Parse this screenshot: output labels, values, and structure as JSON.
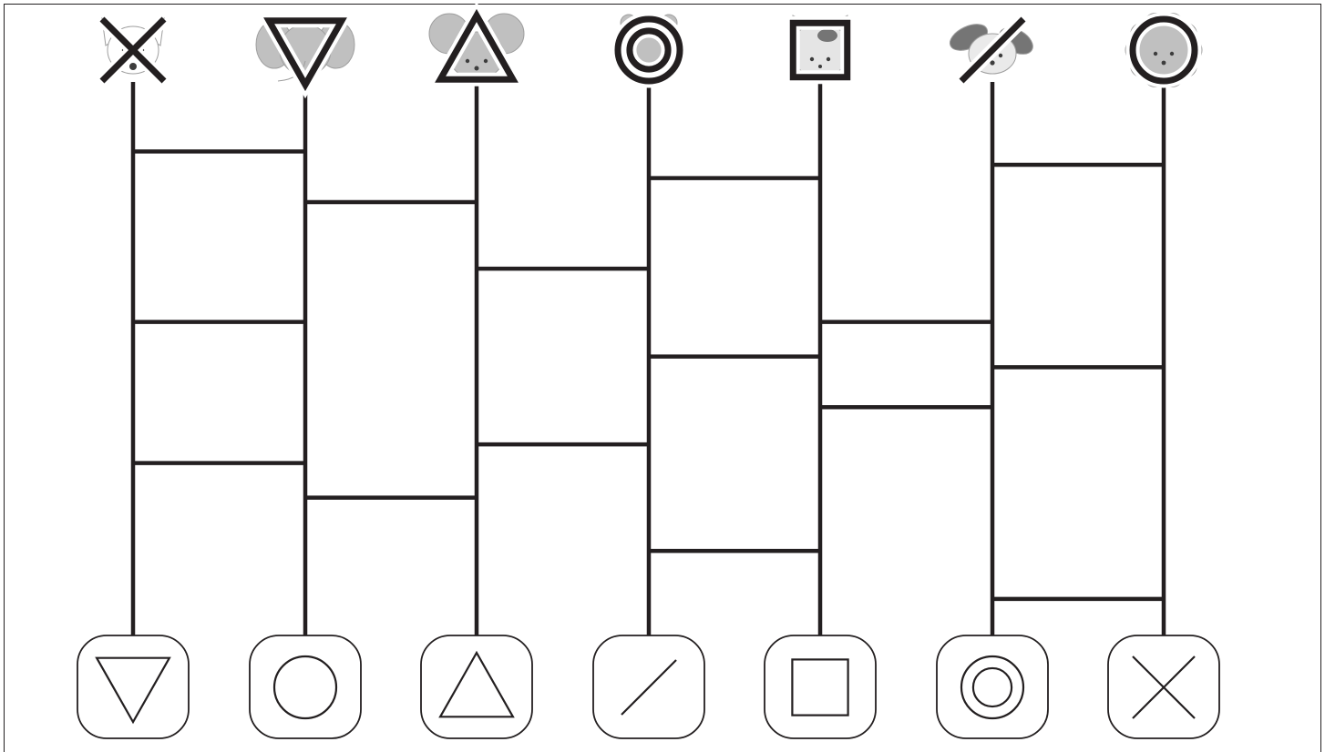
{
  "colors": {
    "ink": "#231f20",
    "paper": "#ffffff",
    "animal_gray": "#bdbdbd",
    "animal_dark": "#6e6e6e"
  },
  "columns": [
    {
      "animal": "fox",
      "top_symbol": "cross",
      "bottom_symbol": "triangle-down"
    },
    {
      "animal": "elephant",
      "top_symbol": "triangle-down",
      "bottom_symbol": "circle"
    },
    {
      "animal": "mouse",
      "top_symbol": "triangle-up",
      "bottom_symbol": "triangle-up"
    },
    {
      "animal": "bear",
      "top_symbol": "double-circle",
      "bottom_symbol": "slash"
    },
    {
      "animal": "cat",
      "top_symbol": "square",
      "bottom_symbol": "square"
    },
    {
      "animal": "dog",
      "top_symbol": "slash",
      "bottom_symbol": "double-circle"
    },
    {
      "animal": "lion",
      "top_symbol": "circle",
      "bottom_symbol": "cross"
    }
  ],
  "rungs": [
    {
      "between": [
        0,
        1
      ],
      "level": 0.105
    },
    {
      "between": [
        0,
        1
      ],
      "level": 0.425
    },
    {
      "between": [
        0,
        1
      ],
      "level": 0.69
    },
    {
      "between": [
        1,
        2
      ],
      "level": 0.2
    },
    {
      "between": [
        1,
        2
      ],
      "level": 0.755
    },
    {
      "between": [
        2,
        3
      ],
      "level": 0.325
    },
    {
      "between": [
        2,
        3
      ],
      "level": 0.655
    },
    {
      "between": [
        3,
        4
      ],
      "level": 0.155
    },
    {
      "between": [
        3,
        4
      ],
      "level": 0.49
    },
    {
      "between": [
        3,
        4
      ],
      "level": 0.855
    },
    {
      "between": [
        4,
        5
      ],
      "level": 0.425
    },
    {
      "between": [
        4,
        5
      ],
      "level": 0.585
    },
    {
      "between": [
        5,
        6
      ],
      "level": 0.13
    },
    {
      "between": [
        5,
        6
      ],
      "level": 0.51
    },
    {
      "between": [
        5,
        6
      ],
      "level": 0.945
    }
  ]
}
